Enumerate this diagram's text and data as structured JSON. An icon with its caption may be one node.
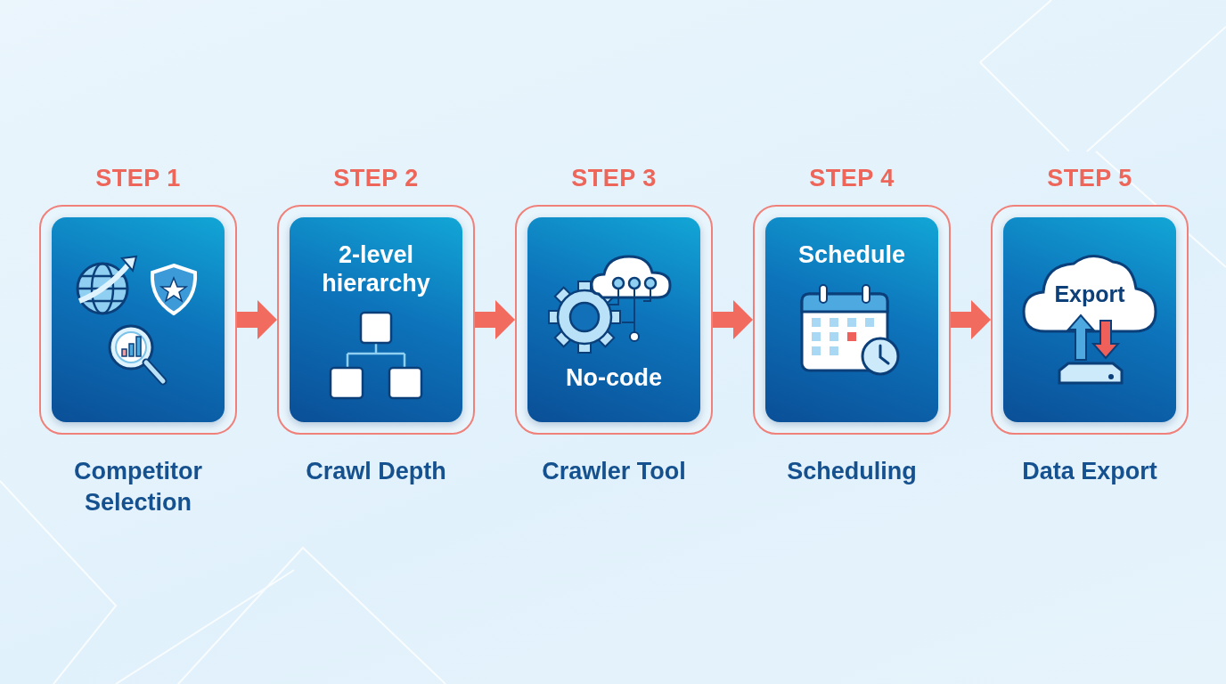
{
  "diagram": {
    "nodes": [
      {
        "text": [
          "STEP 1"
        ],
        "beside": [
          "Competitor Selection"
        ]
      },
      {
        "text": [
          "STEP 2",
          "2-level hierarchy"
        ],
        "beside": [
          "Crawl Depth"
        ]
      },
      {
        "text": [
          "STEP 3",
          "No-code"
        ],
        "beside": [
          "Crawler Tool"
        ]
      },
      {
        "text": [
          "STEP 4",
          "Schedule"
        ],
        "beside": [
          "Scheduling"
        ]
      },
      {
        "text": [
          "STEP 5",
          "Export"
        ],
        "beside": [
          "Data Export"
        ]
      }
    ],
    "edges": [
      {
        "from": 0,
        "to": 1,
        "arrow": "to"
      },
      {
        "from": 1,
        "to": 2,
        "arrow": "to"
      },
      {
        "from": 2,
        "to": 3,
        "arrow": "to"
      },
      {
        "from": 3,
        "to": 4,
        "arrow": "to"
      }
    ]
  }
}
